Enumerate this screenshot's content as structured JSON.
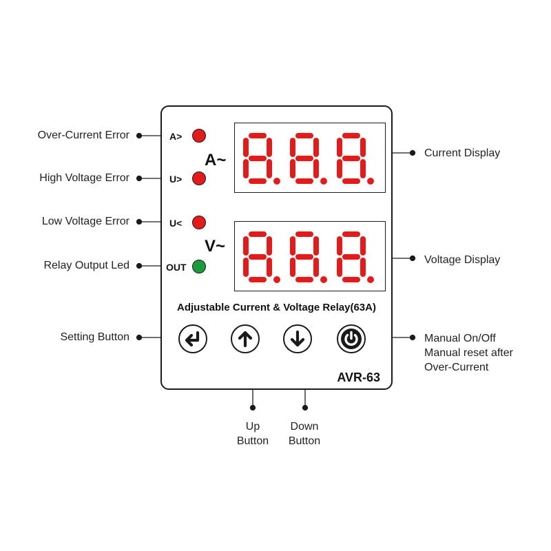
{
  "callouts": {
    "over_current": "Over-Current Error",
    "high_voltage": "High Voltage Error",
    "low_voltage": "Low Voltage Error",
    "relay_led": "Relay Output Led",
    "setting_button": "Setting Button",
    "current_display": "Current  Display",
    "voltage_display": "Voltage Display",
    "manual_line1": "Manual On/Off",
    "manual_line2": "Manual reset after",
    "manual_line3": "Over-Current",
    "up_line1": "Up",
    "up_line2": "Button",
    "down_line1": "Down",
    "down_line2": "Button"
  },
  "panel": {
    "indicators": [
      {
        "label": "A>",
        "color": "#e31b1b"
      },
      {
        "label": "U>",
        "color": "#e31b1b"
      },
      {
        "label": "U<",
        "color": "#e31b1b"
      },
      {
        "label": "OUT",
        "color": "#1a9a3a"
      }
    ],
    "current_display": {
      "unit": "A~",
      "digits": "8.8.8."
    },
    "voltage_display": {
      "unit": "V~",
      "digits": "8.8.8."
    },
    "title": "Adjustable Current & Voltage Relay(63A)",
    "model": "AVR-63",
    "buttons": [
      {
        "name": "setting",
        "icon": "enter-arrow-icon"
      },
      {
        "name": "up",
        "icon": "arrow-up-icon"
      },
      {
        "name": "down",
        "icon": "arrow-down-icon"
      },
      {
        "name": "power",
        "icon": "power-icon"
      }
    ]
  },
  "colors": {
    "segment_on": "#e31b1b",
    "led_red": "#e31b1b",
    "led_green": "#1a9a3a",
    "outline": "#1a1a1a"
  }
}
